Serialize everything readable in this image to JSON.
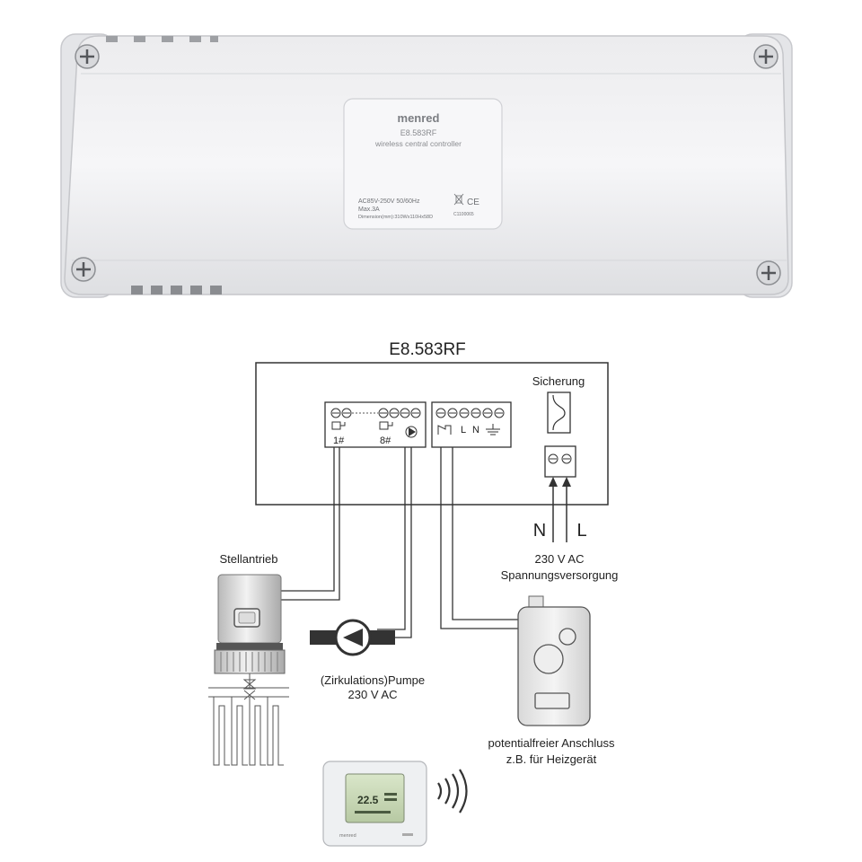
{
  "product_photo": {
    "brand": "menred",
    "model": "E8.583RF",
    "description": "wireless central controller",
    "rating": "AC85V-250V 50/60Hz",
    "current": "Max.3A",
    "dimension": "Dimension(mm):310Wx110Hx58D",
    "cert_code": "C1100065",
    "ce_mark": "CE"
  },
  "diagram": {
    "title": "E8.583RF",
    "terminals": {
      "zone_first": "1#",
      "zone_last": "8#",
      "live": "L",
      "neutral": "N"
    },
    "fuse_label": "Sicherung",
    "supply": {
      "n_label": "N",
      "l_label": "L",
      "voltage": "230 V AC",
      "caption": "Spannungsversorgung"
    },
    "actuator_label": "Stellantrieb",
    "pump": {
      "label": "(Zirkulations)Pumpe",
      "voltage": "230 V AC"
    },
    "boiler": {
      "label": "potentialfreier Anschluss",
      "sublabel": "z.B. für Heizgerät"
    },
    "thermostat": {
      "display_value": "22.5",
      "brand": "menred"
    }
  }
}
